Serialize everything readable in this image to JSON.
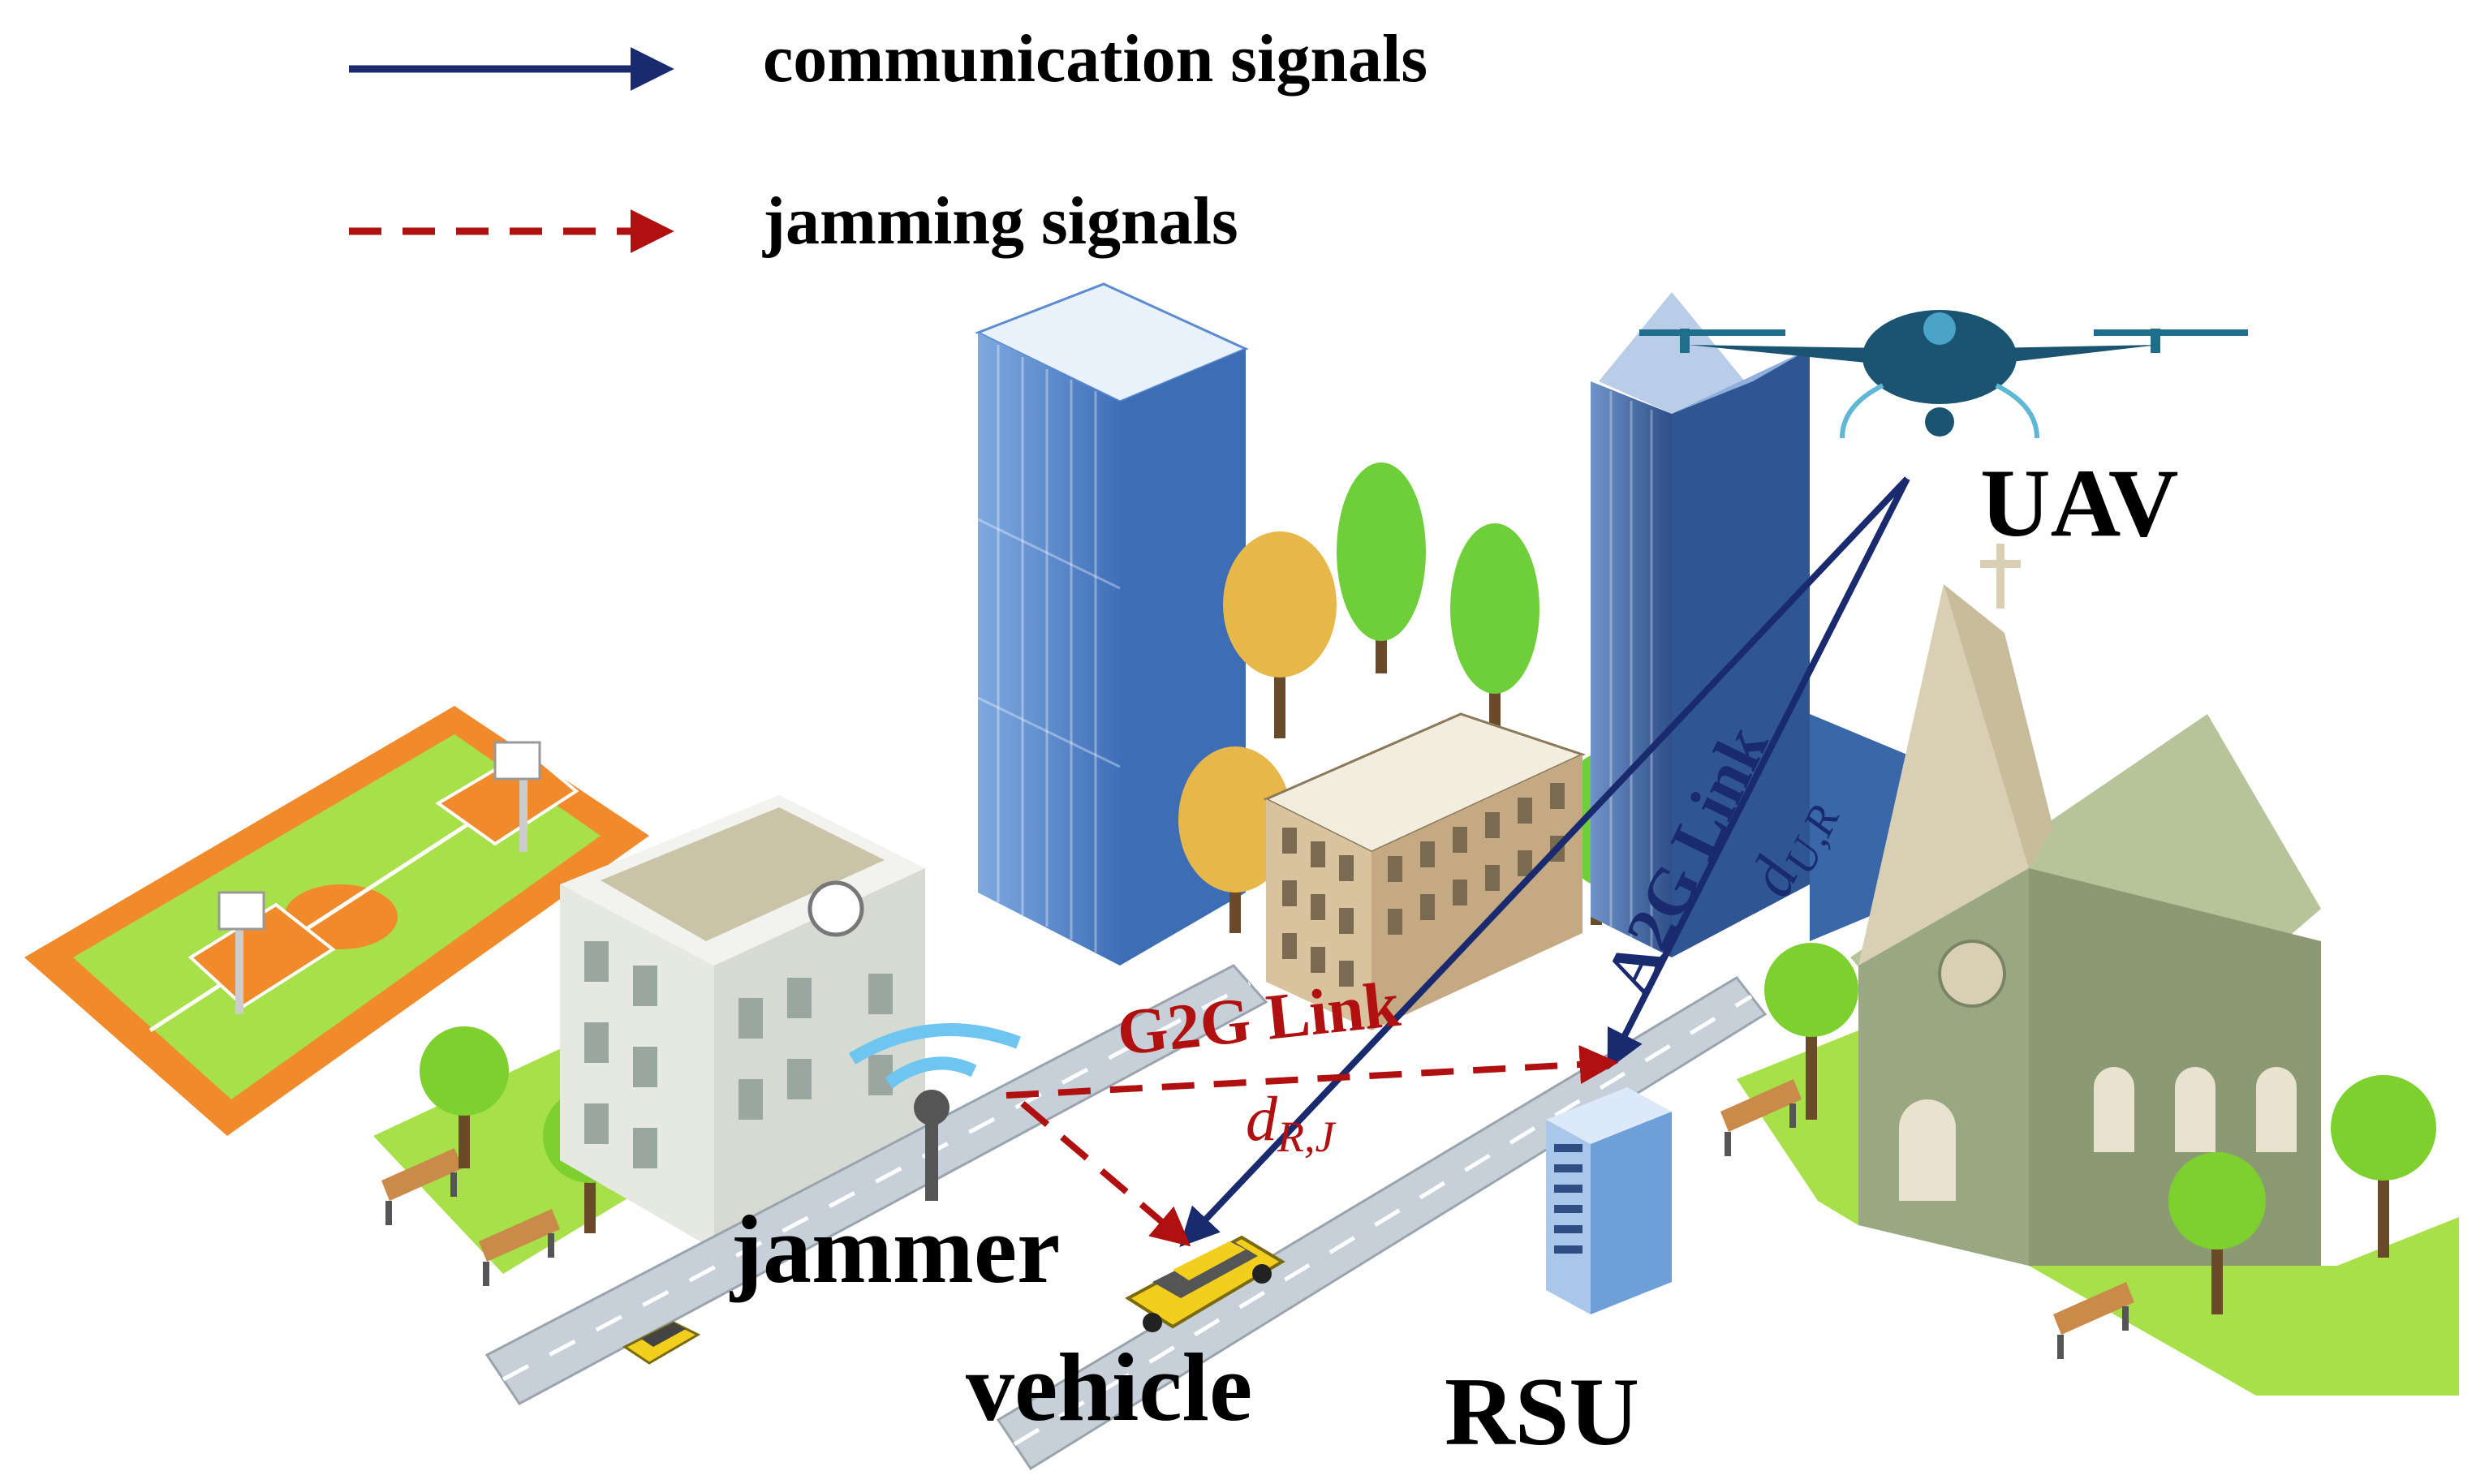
{
  "legend": {
    "items": [
      {
        "label": "communication signals",
        "style": "solid",
        "color": "#1a2a6e"
      },
      {
        "label": "jamming signals",
        "style": "dashed",
        "color": "#b01010"
      }
    ]
  },
  "labels": {
    "uav": "UAV",
    "jammer": "jammer",
    "vehicle": "vehicle",
    "rsu": "RSU",
    "a2g_link": "A2G Link",
    "g2g_link": "G2G Link",
    "d_ur": {
      "base": "d",
      "sub": "U,R"
    },
    "d_rj": {
      "base": "d",
      "sub": "R,J"
    }
  },
  "colors": {
    "comm": "#1a2a6e",
    "jam": "#b01010",
    "road": "#c7cfd8",
    "court": "#f08a2a",
    "grass": "#a8e04a",
    "tower": "#5b8bd0",
    "church": "#8c9a73"
  }
}
